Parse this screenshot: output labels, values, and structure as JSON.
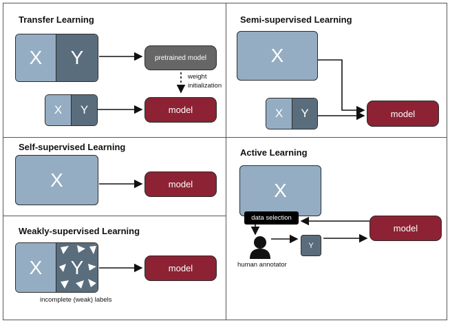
{
  "transfer": {
    "title": "Transfer Learning",
    "x": "X",
    "y": "Y",
    "pretrained_model": "pretrained model",
    "weight_init_line1": "weight",
    "weight_init_line2": "initialization",
    "x2": "X",
    "y2": "Y",
    "model": "model"
  },
  "semi": {
    "title": "Semi-supervised Learning",
    "x": "X",
    "x2": "X",
    "y2": "Y",
    "model": "model"
  },
  "self": {
    "title": "Self-supervised Learning",
    "x": "X",
    "model": "model"
  },
  "weak": {
    "title": "Weakly-supervised Learning",
    "x": "X",
    "y": "Y",
    "caption": "incomplete (weak) labels",
    "model": "model"
  },
  "active": {
    "title": "Active Learning",
    "x": "X",
    "data_selection": "data selection",
    "human_annotator": "human annotator",
    "y": "Y",
    "model": "model"
  },
  "colors": {
    "x_box": "#94adc3",
    "y_box": "#5a6d7d",
    "model_box": "#8c2233",
    "pretrained_box": "#666666"
  },
  "icons": [
    "person-icon"
  ]
}
